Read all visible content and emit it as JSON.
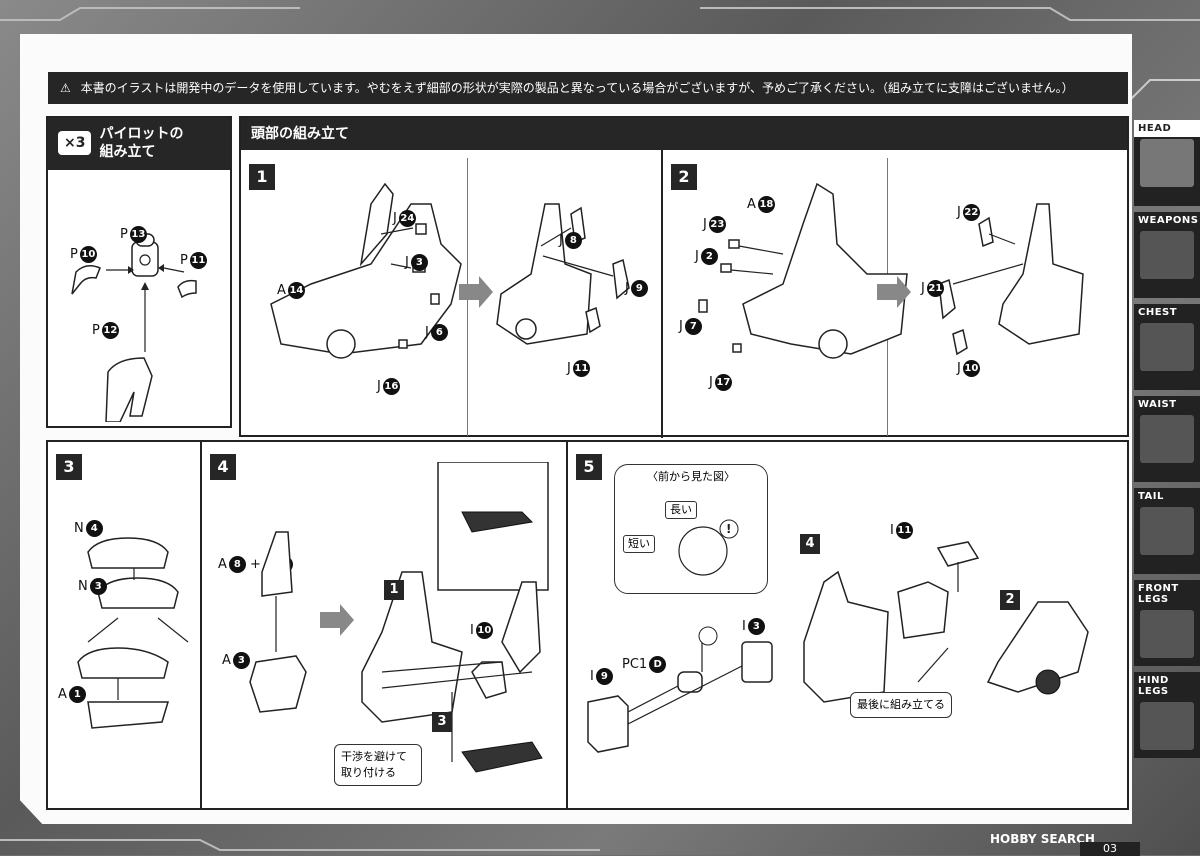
{
  "warning_text": "本書のイラストは開発中のデータを使用しています。やむをえず細部の形状が実際の製品と異なっている場合がございますが、予めご了承ください。（組み立てに支障はございません。）",
  "pilot": {
    "badge": "×3",
    "title_line1": "パイロットの",
    "title_line2": "組み立て",
    "labels": [
      {
        "t": "P",
        "n": "13"
      },
      {
        "t": "P",
        "n": "10"
      },
      {
        "t": "P",
        "n": "11"
      },
      {
        "t": "P",
        "n": "12"
      }
    ]
  },
  "head": {
    "title": "頭部の組み立て",
    "step1": {
      "num": "1",
      "left_labels": [
        {
          "t": "J",
          "n": "24"
        },
        {
          "t": "J",
          "n": "3"
        },
        {
          "t": "A",
          "n": "14"
        },
        {
          "t": "J",
          "n": "6"
        },
        {
          "t": "J",
          "n": "16"
        }
      ],
      "right_labels": [
        {
          "t": "J",
          "n": "8"
        },
        {
          "t": "J",
          "n": "9"
        },
        {
          "t": "J",
          "n": "11"
        }
      ]
    },
    "step2": {
      "num": "2",
      "left_labels": [
        {
          "t": "A",
          "n": "18"
        },
        {
          "t": "J",
          "n": "23"
        },
        {
          "t": "J",
          "n": "2"
        },
        {
          "t": "J",
          "n": "7"
        },
        {
          "t": "J",
          "n": "17"
        }
      ],
      "right_labels": [
        {
          "t": "J",
          "n": "22"
        },
        {
          "t": "J",
          "n": "21"
        },
        {
          "t": "J",
          "n": "10"
        }
      ]
    }
  },
  "step3": {
    "num": "3",
    "labels": [
      {
        "t": "N",
        "n": "4"
      },
      {
        "t": "N",
        "n": "3"
      },
      {
        "t": "A",
        "n": "1"
      }
    ]
  },
  "step4": {
    "num": "4",
    "labels": {
      "a8": "A",
      "a8n": "8",
      "plus": "+",
      "a9": "A",
      "a9n": "9",
      "a3": "A",
      "a3n": "3",
      "i10": "I",
      "i10n": "10"
    },
    "sub_step_1": "1",
    "sub_step_3": "3",
    "note": "干渉を避けて取り付ける"
  },
  "step5": {
    "num": "5",
    "front_view_title": "〈前から見た図〉",
    "long": "長い",
    "short": "短い",
    "labels": {
      "i9": "I",
      "i9n": "9",
      "pc1": "PC1",
      "pc1n": "D",
      "i3": "I",
      "i3n": "3",
      "i11": "I",
      "i11n": "11"
    },
    "sub_step_4": "4",
    "sub_step_2": "2",
    "note": "最後に組み立てる"
  },
  "tabs": [
    "HEAD",
    "WEAPONS",
    "CHEST",
    "WAIST",
    "TAIL",
    "FRONT LEGS",
    "HIND LEGS"
  ],
  "watermark": "HOBBY SEARCH",
  "page_number": "03"
}
